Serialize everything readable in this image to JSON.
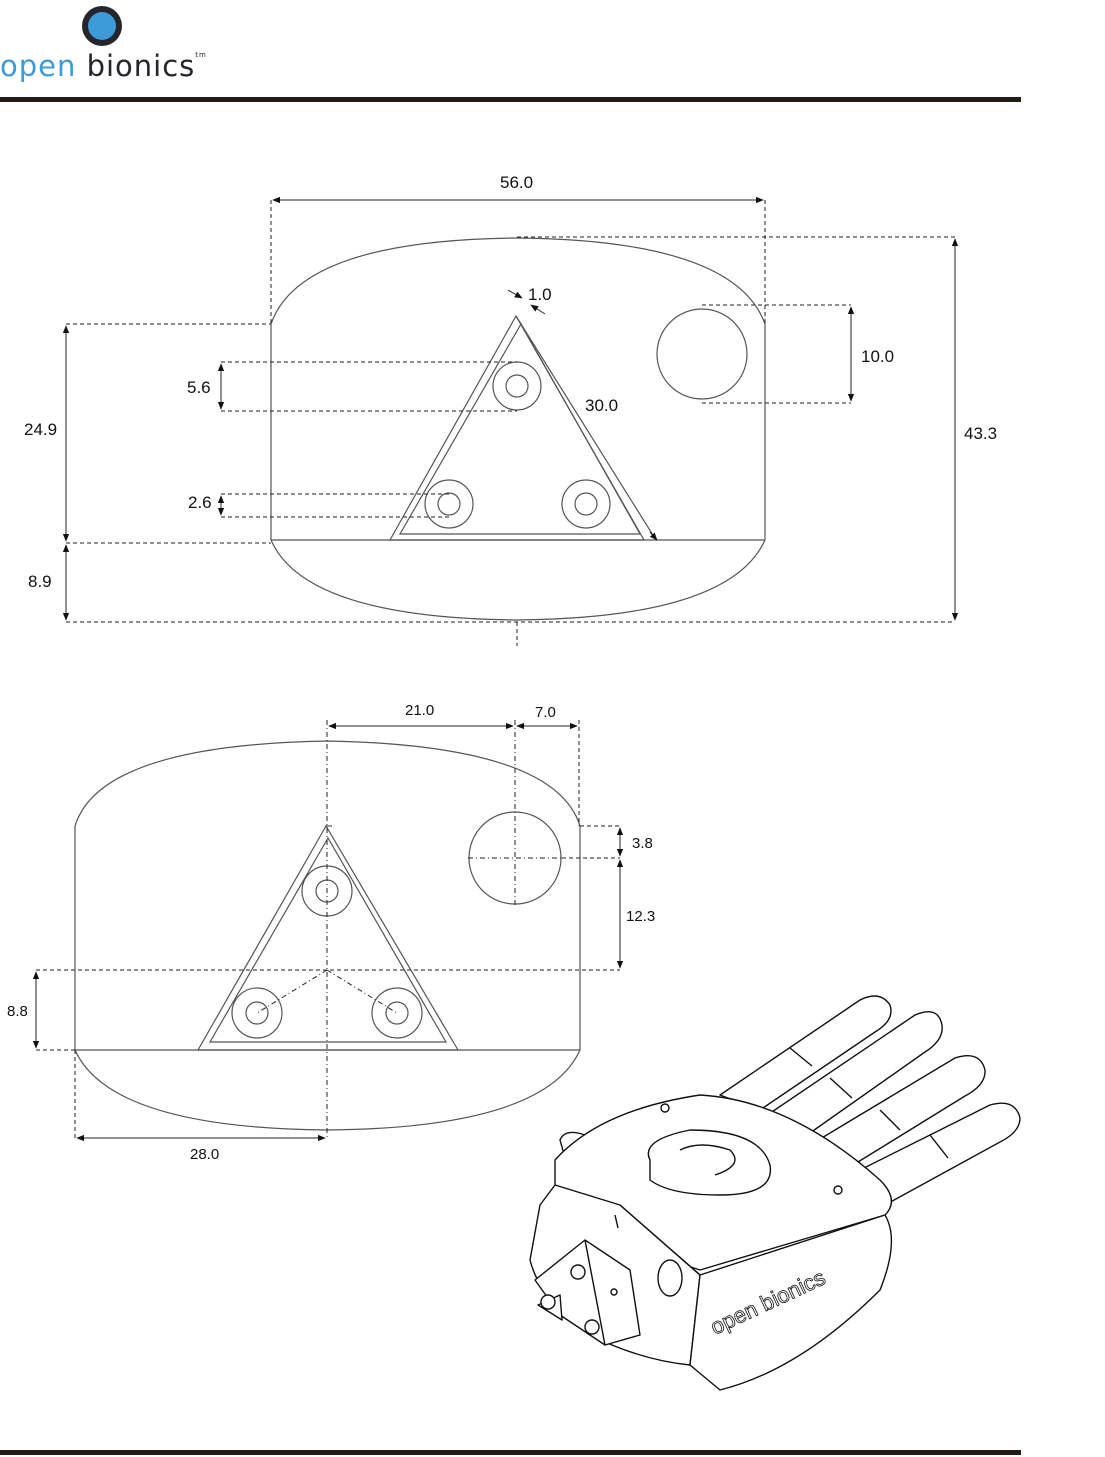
{
  "brand": {
    "logo_word_1": "open",
    "logo_word_2": "bionics",
    "logo_tm": "tm",
    "primary_color": "#3d9bd9",
    "dark_color": "#25262b",
    "rule_color": "#231c14"
  },
  "top_view": {
    "dim_width": "56.0",
    "dim_height_total": "43.3",
    "dim_height_upper": "24.9",
    "dim_height_lower": "8.9",
    "dim_hole_diameter": "10.0",
    "dim_triangle_side": "30.0",
    "dim_triangle_wall": "1.0",
    "dim_boss_outer": "5.6",
    "dim_boss_inner": "2.6"
  },
  "bottom_view": {
    "dim_center_to_hole": "21.0",
    "dim_hole_to_edge": "7.0",
    "dim_hole_top_offset": "3.8",
    "dim_hole_to_centroid": "12.3",
    "dim_centroid_height": "8.8",
    "dim_half_width": "28.0"
  },
  "hand_render": {
    "brand_text": "open bionics"
  }
}
